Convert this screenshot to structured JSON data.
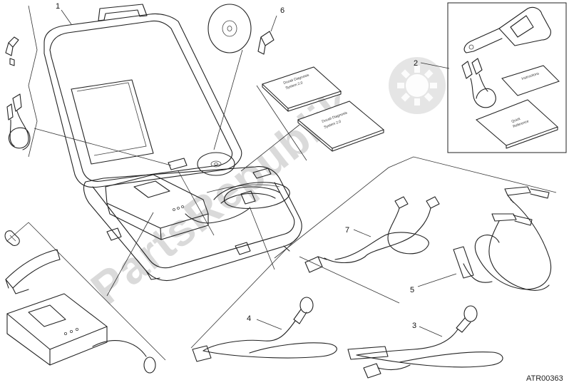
{
  "callouts": {
    "c1": "1",
    "c2": "2",
    "c3": "3",
    "c4": "4",
    "c5": "5",
    "c6": "6",
    "c7": "7"
  },
  "reference_code": "ATR00363",
  "watermark": "PartsRepublik"
}
